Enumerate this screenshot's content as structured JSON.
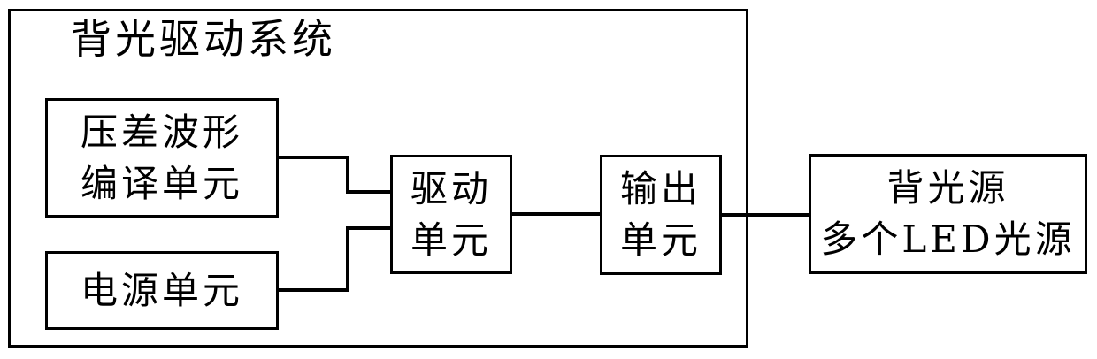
{
  "diagram": {
    "title": "背光驱动系统",
    "blocks": {
      "waveform_compile_unit": {
        "line1": "压差波形",
        "line2": "编译单元"
      },
      "power_unit": {
        "line1": "电源单元"
      },
      "drive_unit": {
        "line1": "驱动",
        "line2": "单元"
      },
      "output_unit": {
        "line1": "输出",
        "line2": "单元"
      },
      "backlight_source": {
        "line1": "背光源",
        "line2": "多个LED光源"
      }
    },
    "colors": {
      "line": "#000000",
      "background": "#ffffff",
      "text": "#000000"
    }
  }
}
